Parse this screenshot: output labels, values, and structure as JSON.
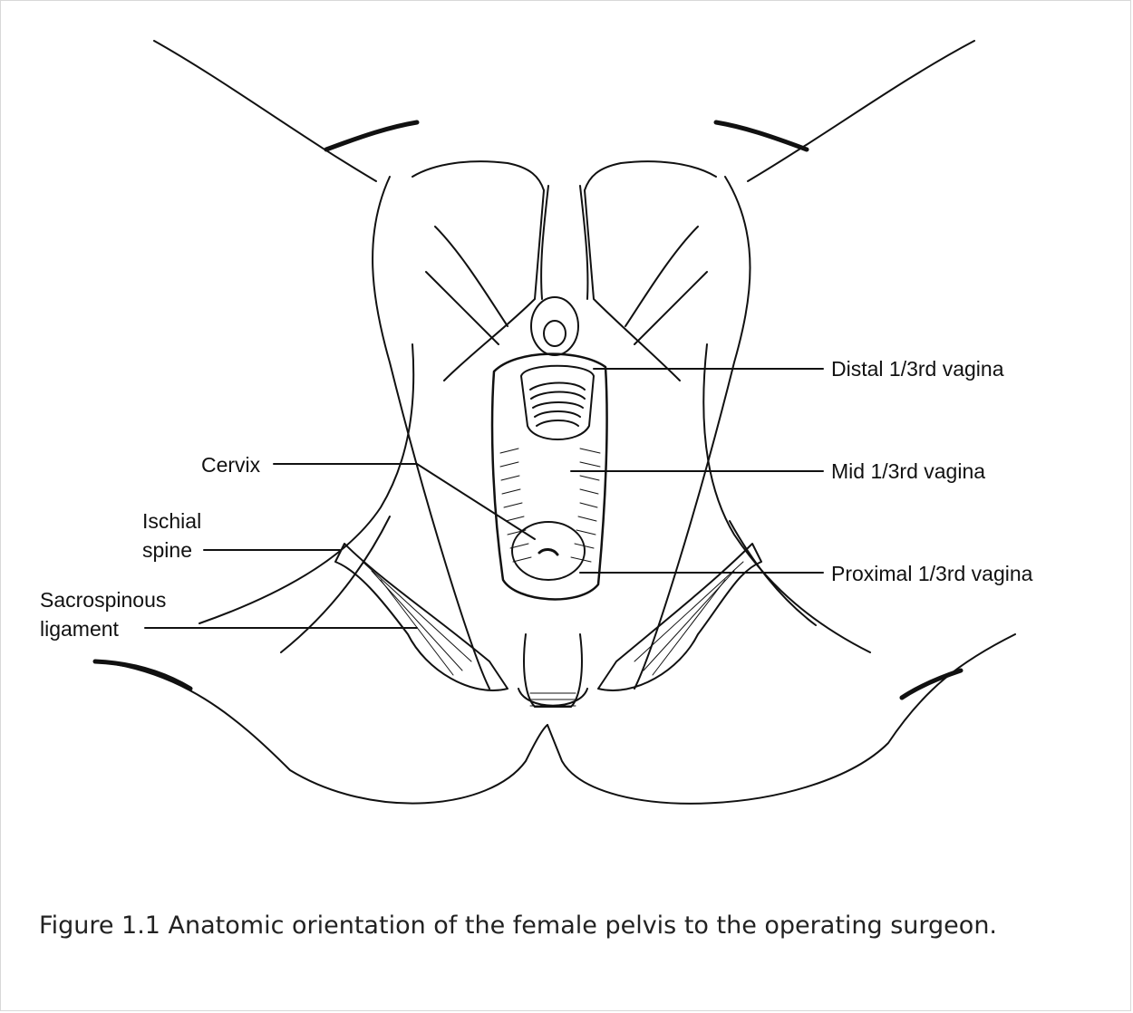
{
  "figure": {
    "caption": "Figure 1.1 Anatomic orientation of the female pelvis to the operating surgeon.",
    "labels": {
      "distal": "Distal 1/3rd vagina",
      "mid": "Mid 1/3rd vagina",
      "proximal": "Proximal 1/3rd vagina",
      "cervix": "Cervix",
      "ischial_line1": "Ischial",
      "ischial_line2": "spine",
      "sacro_line1": "Sacrospinous",
      "sacro_line2": "ligament"
    }
  }
}
